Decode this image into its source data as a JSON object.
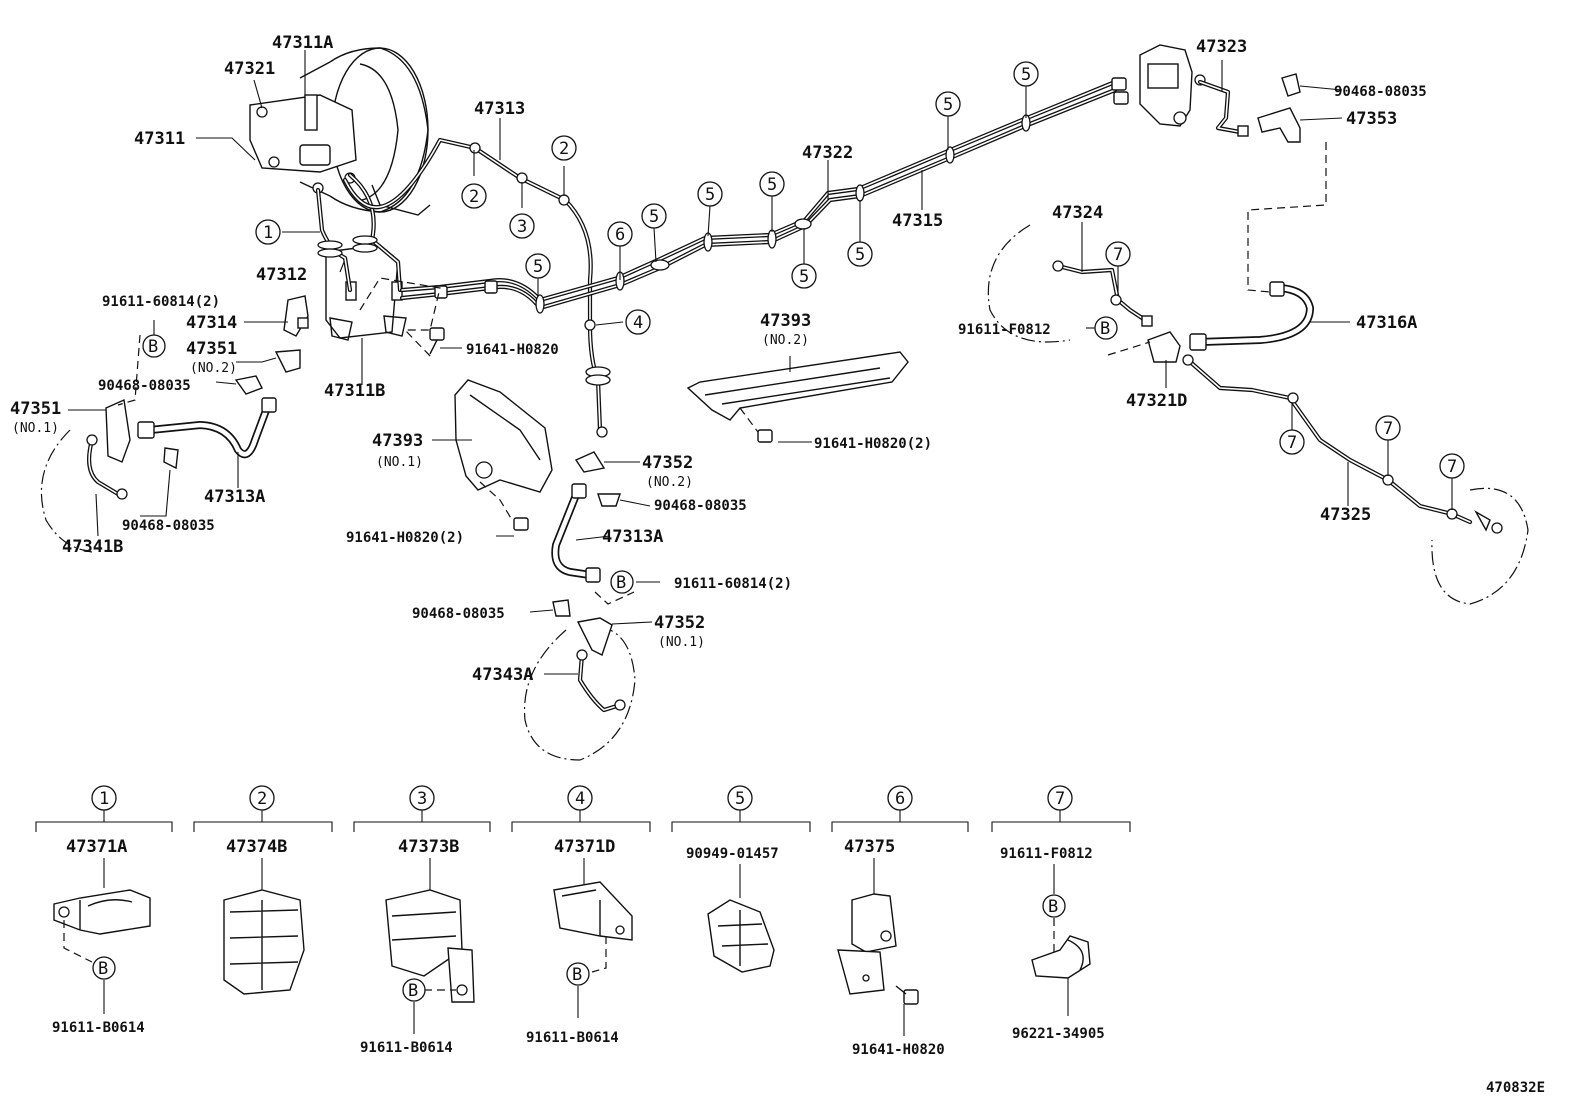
{
  "diagram_id": "470832E",
  "parts": {
    "p47311A": "47311A",
    "p47321": "47321",
    "p47311": "47311",
    "p47313": "47313",
    "p47322": "47322",
    "p47315": "47315",
    "p47323": "47323",
    "p47353": "47353",
    "p47312": "47312",
    "p47314": "47314",
    "p47351_no2": "47351",
    "p47351_no1": "47351",
    "p47311B": "47311B",
    "p47313A_left": "47313A",
    "p47341B": "47341B",
    "p47393_no1": "47393",
    "p47393_no2": "47393",
    "p47352_no2": "47352",
    "p47313A_mid": "47313A",
    "p47352_no1": "47352",
    "p47343A": "47343A",
    "p47324": "47324",
    "p47316A": "47316A",
    "p47321D": "47321D",
    "p47325": "47325"
  },
  "notes": {
    "no1": "(NO.1)",
    "no2": "(NO.2)"
  },
  "fasteners": {
    "f90468_08035": "90468-08035",
    "f91611_60814_2": "91611-60814(2)",
    "f91641_H0820": "91641-H0820",
    "f91641_H0820_2": "91641-H0820(2)",
    "f91611_F0812": "91611-F0812"
  },
  "marks": {
    "B": "B",
    "c1": "1",
    "c2": "2",
    "c3": "3",
    "c4": "4",
    "c5": "5",
    "c6": "6",
    "c7": "7"
  },
  "clamp_legend": [
    {
      "index": "1",
      "part": "47371A",
      "bolt": "91611-B0614"
    },
    {
      "index": "2",
      "part": "47374B",
      "bolt": ""
    },
    {
      "index": "3",
      "part": "47373B",
      "bolt": "91611-B0614"
    },
    {
      "index": "4",
      "part": "47371D",
      "bolt": "91611-B0614"
    },
    {
      "index": "5",
      "part": "90949-01457",
      "bolt": ""
    },
    {
      "index": "6",
      "part": "47375",
      "bolt": "91641-H0820"
    },
    {
      "index": "7",
      "part": "91611-F0812",
      "bolt": "96221-34905"
    }
  ]
}
